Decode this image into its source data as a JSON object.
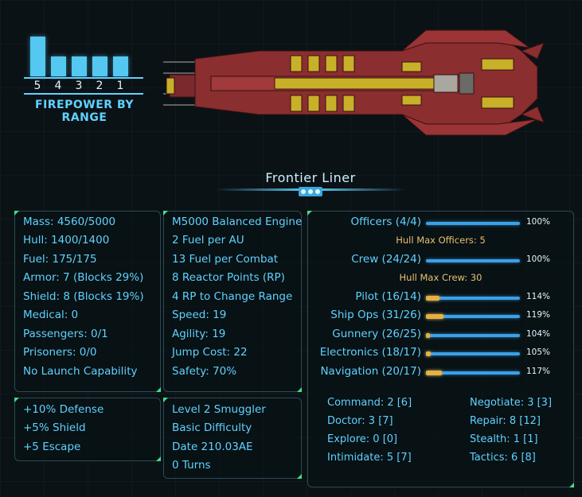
{
  "firepower": {
    "title": "FIREPOWER BY RANGE",
    "ranges": [
      "5",
      "4",
      "3",
      "2",
      "1"
    ],
    "values": [
      4,
      2,
      2,
      2,
      2
    ]
  },
  "ship": {
    "name": "Frontier Liner",
    "colors": {
      "hull": "#8a2e30",
      "accent": "#c8b028",
      "trim": "#a8a8a0"
    }
  },
  "stats": [
    "Mass: 4560/5000",
    "Hull: 1400/1400",
    "Fuel: 175/175",
    "Armor: 7 (Blocks 29%)",
    "Shield: 8 (Blocks 19%)",
    "Medical: 0",
    "Passengers: 0/1",
    "Prisoners: 0/0",
    "No Launch Capability"
  ],
  "engine": [
    "M5000 Balanced Engine",
    "2 Fuel per AU",
    "13 Fuel per Combat",
    "8 Reactor Points (RP)",
    "4 RP to Change Range",
    "Speed: 19",
    "Agility: 19",
    "Jump Cost: 22",
    "Safety: 70%"
  ],
  "bonuses": [
    "+10% Defense",
    "+5% Shield",
    "+5 Escape"
  ],
  "game": [
    "Level 2 Smuggler",
    "Basic Difficulty",
    "Date 210.03AE",
    "0 Turns"
  ],
  "crew": {
    "rows": [
      {
        "label": "Officers (4/4)",
        "pct_text": "100%",
        "pct": 100
      },
      {
        "label": "Crew (24/24)",
        "pct_text": "100%",
        "pct": 100
      },
      {
        "label": "Pilot (16/14)",
        "pct_text": "114%",
        "pct": 114
      },
      {
        "label": "Ship Ops (31/26)",
        "pct_text": "119%",
        "pct": 119
      },
      {
        "label": "Gunnery (26/25)",
        "pct_text": "104%",
        "pct": 104
      },
      {
        "label": "Electronics (18/17)",
        "pct_text": "105%",
        "pct": 105
      },
      {
        "label": "Navigation (20/17)",
        "pct_text": "117%",
        "pct": 117
      }
    ],
    "hull_max_officers": "Hull Max Officers: 5",
    "hull_max_crew": "Hull Max Crew: 30"
  },
  "skills": {
    "left": [
      "Command: 2 [6]",
      "Doctor: 3 [7]",
      "Explore: 0 [0]",
      "Intimidate: 5 [7]"
    ],
    "right": [
      "Negotiate: 3 [3]",
      "Repair: 8 [12]",
      "Stealth: 1 [1]",
      "Tactics: 6 [8]"
    ]
  },
  "colors": {
    "accent": "#5fd2ff",
    "over": "#e8b040",
    "hullmax": "#e8c070",
    "corner": "#3fe08a"
  }
}
